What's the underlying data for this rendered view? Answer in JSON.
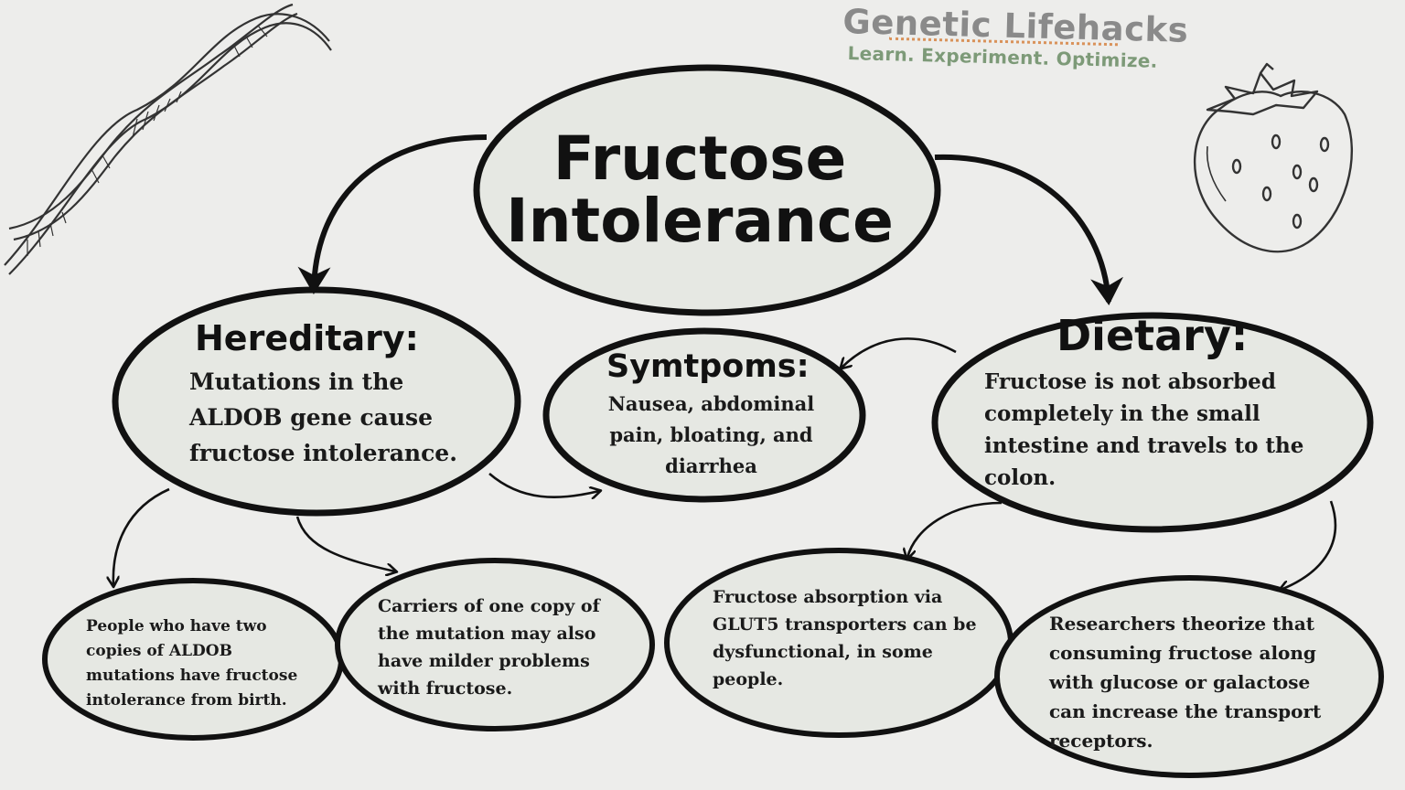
{
  "brand": {
    "name": "Genetic Lifehacks",
    "tagline": "Learn. Experiment. Optimize."
  },
  "title": "Fructose Intolerance",
  "hereditary": {
    "heading": "Hereditary:",
    "text": "Mutations in the ALDOB gene cause fructose intolerance."
  },
  "symptoms": {
    "heading": "Symtpoms:",
    "text": "Nausea, abdominal pain, bloating, and diarrhea"
  },
  "dietary": {
    "heading": "Dietary:",
    "text": "Fructose is not absorbed completely in the small intestine and travels to the colon."
  },
  "details": {
    "two_copies": "People who have two copies of ALDOB mutations have fructose intolerance from birth.",
    "carriers": "Carriers of one copy of the mutation may also have milder problems with fructose.",
    "glut5": "Fructose absorption via GLUT5 transporters can be dysfunctional, in some people.",
    "researchers": "Researchers theorize that consuming fructose along with glucose or galactose can increase the transport receptors."
  },
  "colors": {
    "background": "#ededeb",
    "bubble_fill": "#e6e8e3",
    "ink": "#111111",
    "brand_gray": "#8a8a8a",
    "brand_green": "#7d9a78",
    "brand_orange": "#d9925a"
  },
  "icons": [
    "dna-helix-icon",
    "strawberry-icon"
  ]
}
